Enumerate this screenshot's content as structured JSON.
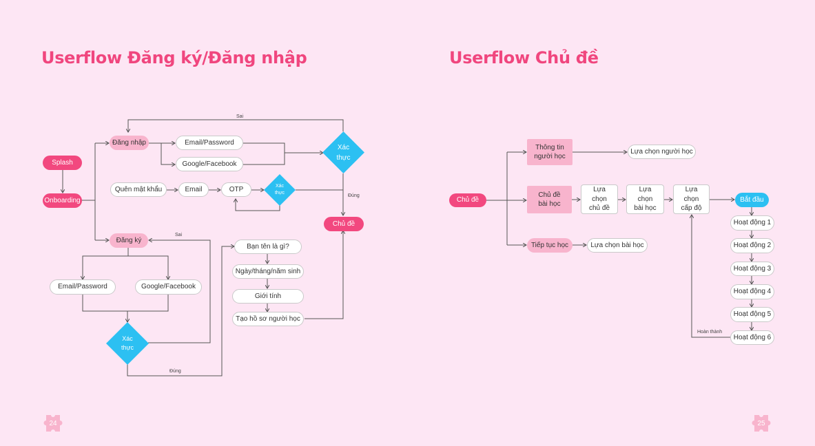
{
  "left": {
    "title": "Userflow Đăng ký/Đăng nhập",
    "splash": "Splash",
    "onboarding": "Onboarding",
    "dang_nhap": "Đăng nhập",
    "email_password_login": "Email/Password",
    "google_facebook_login": "Google/Facebook",
    "xac_thuc_login": "Xác thực",
    "quen_mat_khau": "Quên mật khẩu",
    "email": "Email",
    "otp": "OTP",
    "xac_thuc_otp": "Xác thực",
    "chu_de": "Chủ đề",
    "dang_ky": "Đăng ký",
    "email_password_register": "Email/Password",
    "google_facebook_register": "Google/Facebook",
    "xac_thuc_register": "Xác thực",
    "ban_ten_la_gi": "Bạn tên là gì?",
    "ngay_thang_nam_sinh": "Ngày/tháng/năm sinh",
    "gioi_tinh": "Giới tính",
    "tao_ho_so": "Tạo hồ sơ người học",
    "label_sai_top": "Sai",
    "label_dung_right": "Đúng",
    "label_sai_register": "Sai",
    "label_dung_bottom": "Đúng",
    "page_number": "24"
  },
  "right": {
    "title": "Userflow Chủ đề",
    "chu_de": "Chủ đề",
    "thong_tin_nguoi_hoc": "Thông tin người học",
    "lua_chon_nguoi_hoc": "Lựa chọn người học",
    "chu_de_bai_hoc": "Chủ đề bài học",
    "lua_chon_chu_de": "Lựa chọn chủ đề",
    "lua_chon_bai_hoc_box": "Lựa chọn bài học",
    "lua_chon_cap_do": "Lựa chọn cấp độ",
    "bat_dau": "Bắt đầu",
    "tiep_tuc_hoc": "Tiếp tục học",
    "lua_chon_bai_hoc": "Lựa chọn bài học",
    "hoat_dong_1": "Hoạt động 1",
    "hoat_dong_2": "Hoạt động 2",
    "hoat_dong_3": "Hoạt động 3",
    "hoat_dong_4": "Hoạt động 4",
    "hoat_dong_5": "Hoạt động 5",
    "hoat_dong_6": "Hoạt động 6",
    "label_hoan_thanh": "Hoàn thành",
    "page_number": "25"
  },
  "colors": {
    "accent_pink": "#f2487f",
    "soft_pink": "#f8b4cd",
    "verify_blue": "#2cc0f2",
    "background": "#fde6f4"
  }
}
